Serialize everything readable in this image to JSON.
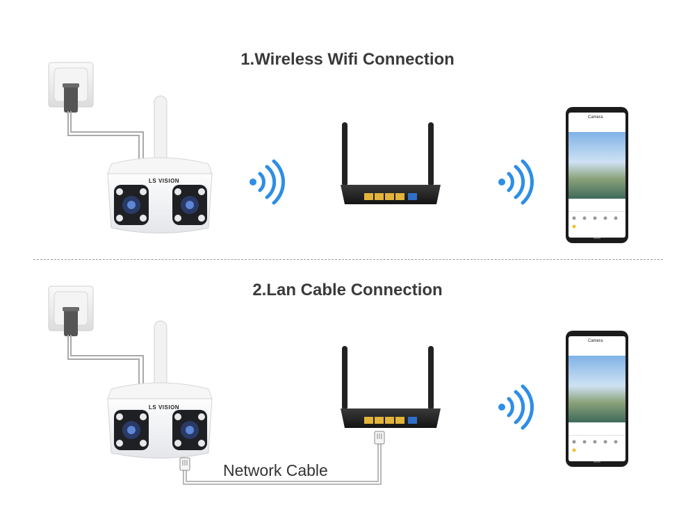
{
  "sections": [
    {
      "title": "1.Wireless Wifi Connection"
    },
    {
      "title": "2.Lan Cable Connection"
    }
  ],
  "camera": {
    "brand": "LS VISION"
  },
  "cable": {
    "label": "Network Cable"
  },
  "phone": {
    "header_title": "Camera"
  },
  "colors": {
    "wifi": "#2d8ee6",
    "port": "#e3b43a",
    "port_blue": "#2f6fc7",
    "router": "#262626",
    "cable": "#b8b8b8"
  }
}
